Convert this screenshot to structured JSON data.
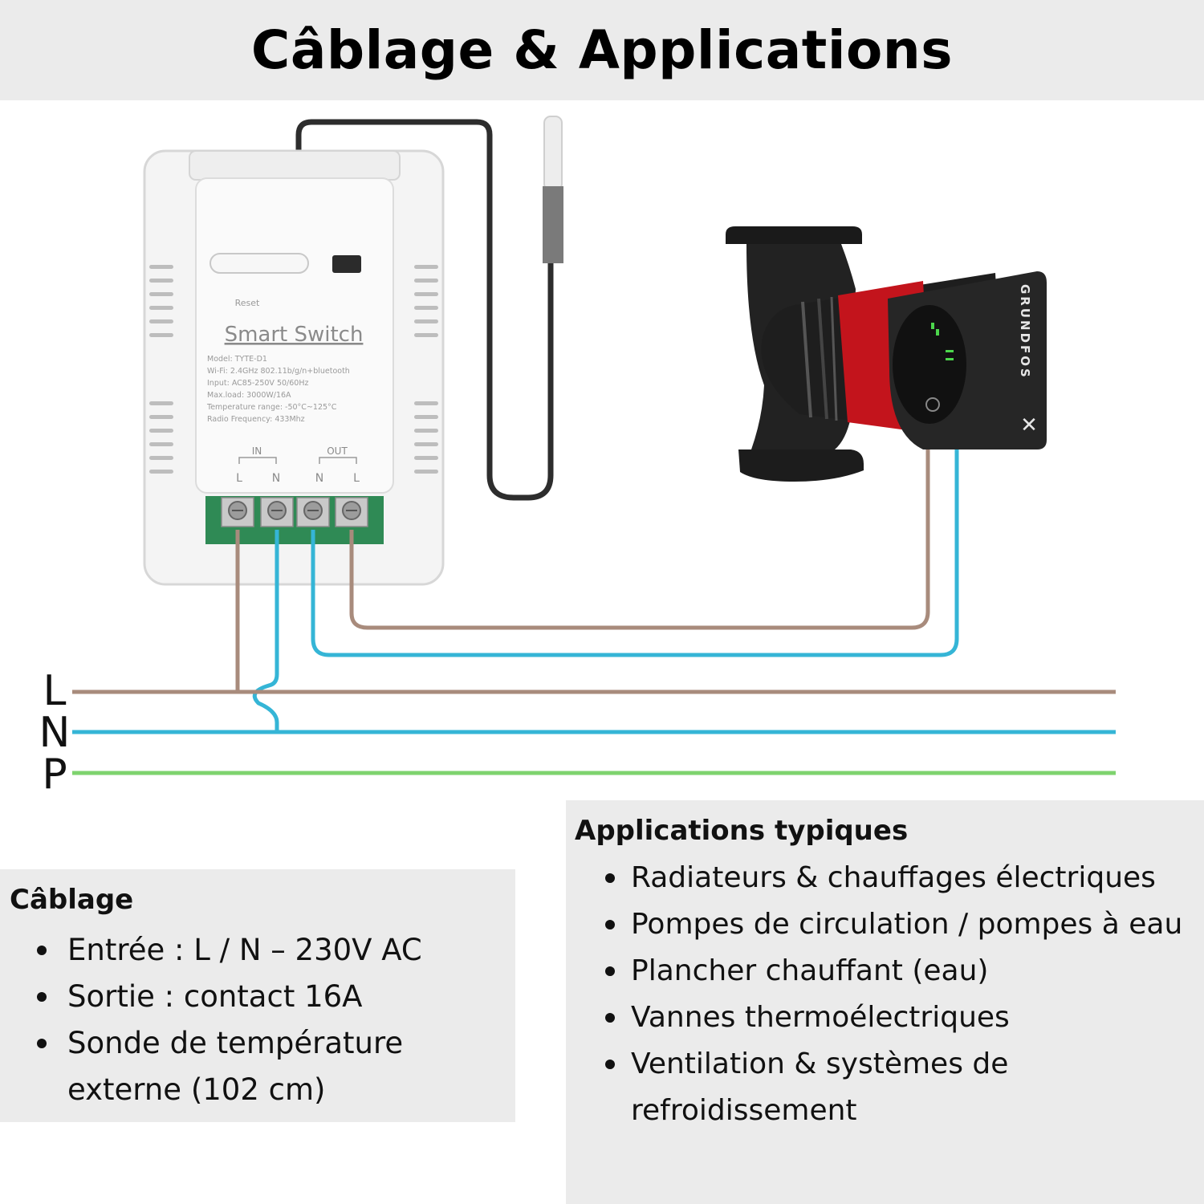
{
  "title": "Câblage & Applications",
  "device": {
    "name": "Smart Switch",
    "reset_label": "Reset",
    "specs": [
      "Model: TYTE-D1",
      "Wi-Fi: 2.4GHz 802.11b/g/n+bluetooth",
      "Input: AC85-250V 50/60Hz",
      "Max.load: 3000W/16A",
      "Temperature range: -50°C~125°C",
      "Radio Frequency: 433Mhz"
    ],
    "in_label": "IN",
    "out_label": "OUT",
    "terminals": [
      "L",
      "N",
      "N",
      "L"
    ]
  },
  "pump": {
    "brand": "GRUNDFOS"
  },
  "lines": [
    "L",
    "N",
    "P"
  ],
  "colors": {
    "live": "#a88b7c",
    "neutral": "#35b5d6",
    "earth": "#7ed36e",
    "pump_red": "#c3141c",
    "pump_dark": "#262626"
  },
  "wiring": {
    "title": "Câblage",
    "items": [
      "Entrée : L / N – 230V AC",
      "Sortie : contact 16A",
      "Sonde de température externe (102 cm)"
    ]
  },
  "applications": {
    "title": "Applications typiques",
    "items": [
      "Radiateurs & chauffages électriques",
      "Pompes de circulation / pompes à eau",
      "Plancher chauffant (eau)",
      "Vannes thermoélectriques",
      "Ventilation & systèmes de refroidissement"
    ]
  }
}
